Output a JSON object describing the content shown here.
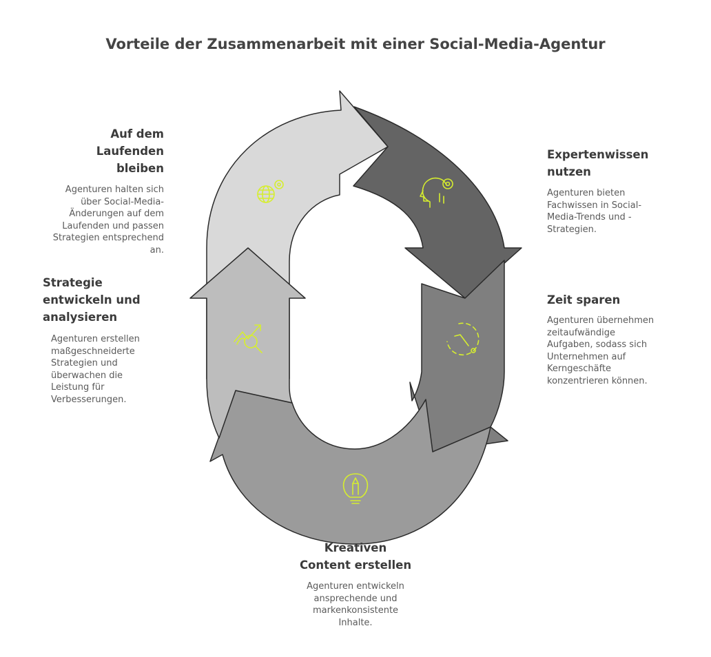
{
  "title": "Vorteile der Zusammenarbeit mit einer Social-Media-Agentur",
  "colors": {
    "seg_top_left": "#d9d9d9",
    "seg_top_right": "#646464",
    "seg_right": "#7f7f7f",
    "seg_bottom": "#9b9b9b",
    "seg_left": "#bdbdbd",
    "icon_accent": "#d6ee2f"
  },
  "steps": [
    {
      "heading_lines": [
        "Auf dem",
        "Laufenden",
        "bleiben"
      ],
      "text_lines": [
        "Agenturen halten sich",
        "über Social-Media-",
        "Änderungen auf dem",
        "Laufenden und passen",
        "Strategien entsprechend",
        "an."
      ],
      "icon": "globe-gear-icon"
    },
    {
      "heading_lines": [
        "Expertenwissen",
        "nutzen"
      ],
      "text_lines": [
        "Agenturen bieten",
        "Fachwissen in Social-",
        "Media-Trends und -",
        "Strategien."
      ],
      "icon": "head-gear-icon"
    },
    {
      "heading_lines": [
        "Zeit sparen"
      ],
      "text_lines": [
        "Agenturen übernehmen",
        "zeitaufwändige",
        "Aufgaben, sodass sich",
        "Unternehmen auf",
        "Kerngeschäfte",
        "konzentrieren können."
      ],
      "icon": "clock-icon"
    },
    {
      "heading_lines": [
        "Kreativen",
        "Content erstellen"
      ],
      "text_lines": [
        "Agenturen entwickeln",
        "ansprechende und",
        "markenkonsistente",
        "Inhalte."
      ],
      "icon": "lightbulb-pencil-icon"
    },
    {
      "heading_lines": [
        "Strategie",
        "entwickeln und",
        "analysieren"
      ],
      "text_lines": [
        "Agenturen erstellen",
        "maßgeschneiderte",
        "Strategien und",
        "überwachen die",
        "Leistung für",
        "Verbesserungen."
      ],
      "icon": "chart-magnifier-icon"
    }
  ]
}
